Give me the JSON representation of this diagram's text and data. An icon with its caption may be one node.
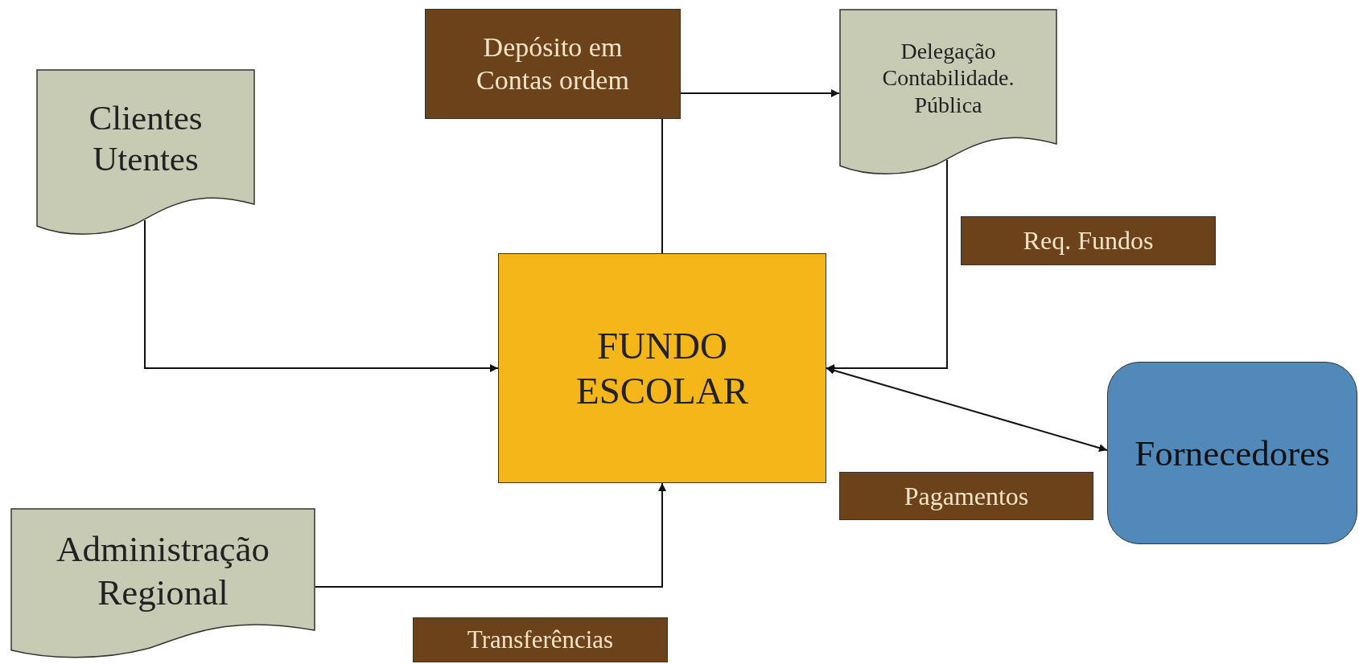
{
  "diagram": {
    "nodes": [
      {
        "text": [
          "Clientes Utentes"
        ]
      },
      {
        "text": [
          "Depósito em Contas ordem"
        ]
      },
      {
        "text": [
          "Delegação Contabilidade. Pública"
        ]
      },
      {
        "text": [
          "Req. Fundos"
        ]
      },
      {
        "text": [
          "FUNDO ESCOLAR"
        ]
      },
      {
        "text": [
          "Fornecedores"
        ]
      },
      {
        "text": [
          "Pagamentos"
        ]
      },
      {
        "text": [
          "Administração Regional"
        ]
      },
      {
        "text": [
          "Transferências"
        ]
      }
    ],
    "edges": [
      {
        "from": 0,
        "to": 4,
        "arrow": "to"
      },
      {
        "from": 1,
        "to": 2,
        "arrow": "to"
      },
      {
        "from": 1,
        "to": 4,
        "arrow": "none"
      },
      {
        "from": 2,
        "to": 4,
        "arrow": "to"
      },
      {
        "from": 4,
        "to": 5,
        "arrow": "both"
      },
      {
        "from": 7,
        "to": 4,
        "arrow": "to"
      }
    ]
  }
}
